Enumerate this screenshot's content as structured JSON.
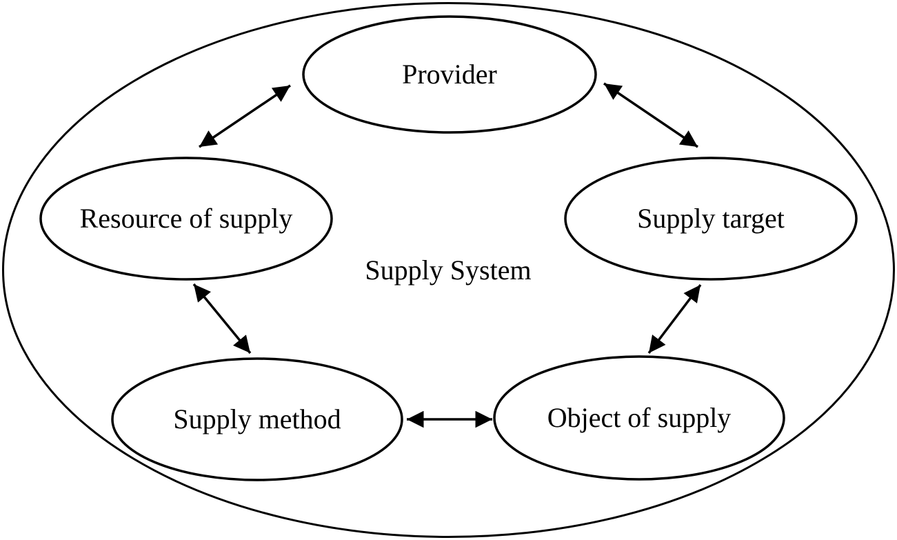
{
  "diagram": {
    "title": "Supply System",
    "type": "concept-relationship-diagram",
    "nodes": [
      {
        "id": "provider",
        "label": "Provider"
      },
      {
        "id": "resource-of-supply",
        "label": "Resource of supply"
      },
      {
        "id": "supply-target",
        "label": "Supply target"
      },
      {
        "id": "supply-method",
        "label": "Supply method"
      },
      {
        "id": "object-of-supply",
        "label": "Object of supply"
      }
    ],
    "connections": [
      {
        "from": "provider",
        "to": "resource-of-supply",
        "bidirectional": true
      },
      {
        "from": "provider",
        "to": "supply-target",
        "bidirectional": true
      },
      {
        "from": "resource-of-supply",
        "to": "supply-method",
        "bidirectional": true
      },
      {
        "from": "supply-target",
        "to": "object-of-supply",
        "bidirectional": true
      },
      {
        "from": "supply-method",
        "to": "object-of-supply",
        "bidirectional": true
      }
    ],
    "colors": {
      "stroke": "#000000",
      "background": "#ffffff",
      "text": "#000000"
    }
  }
}
